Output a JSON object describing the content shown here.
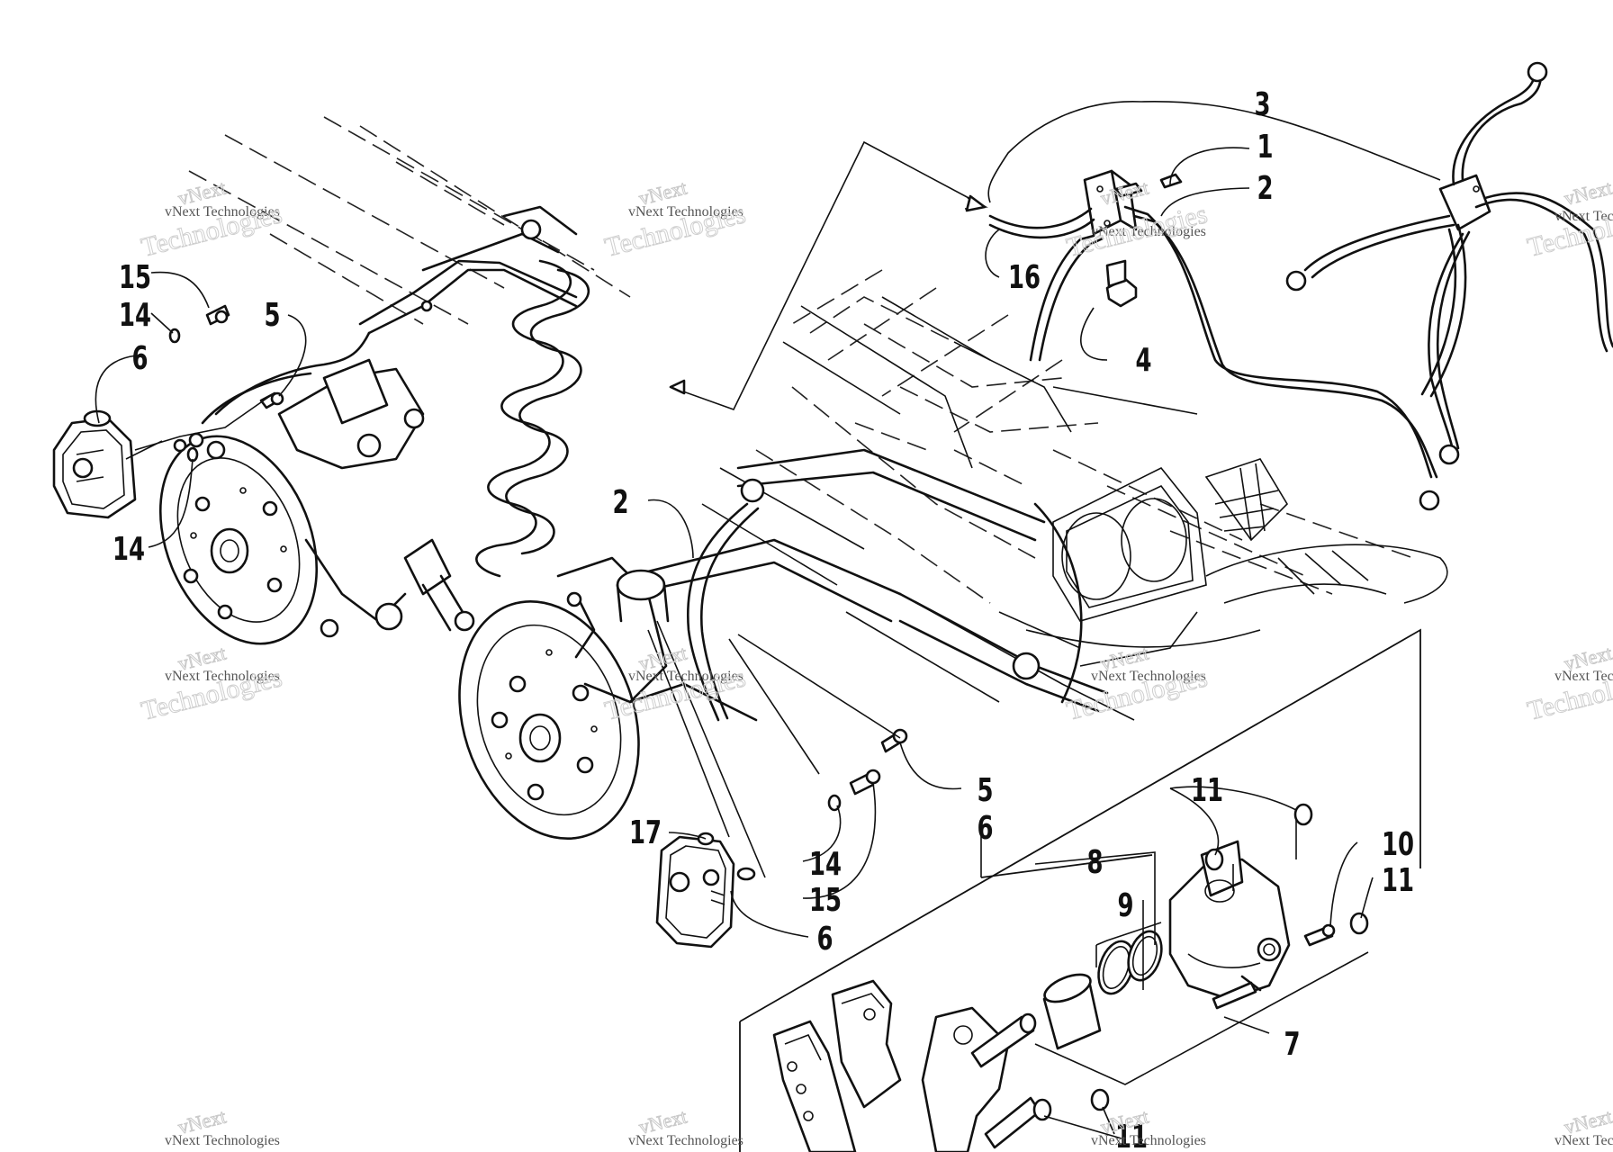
{
  "diagram": {
    "callouts": {
      "c3": "3",
      "c1": "1",
      "c2a": "2",
      "c16": "16",
      "c4": "4",
      "c15a": "15",
      "c14a": "14",
      "c5a": "5",
      "c6a": "6",
      "c14b": "14",
      "c2b": "2",
      "c17": "17",
      "c14c": "14",
      "c15b": "15",
      "c6b": "6",
      "c5b": "5",
      "c6c": "6",
      "c11a": "11",
      "c10": "10",
      "c11b": "11",
      "c8": "8",
      "c9": "9",
      "c7": "7",
      "c11c": "11"
    },
    "watermark": {
      "line1": "vNext",
      "line2": "vNext Technologies",
      "line3": "Technologies"
    }
  }
}
